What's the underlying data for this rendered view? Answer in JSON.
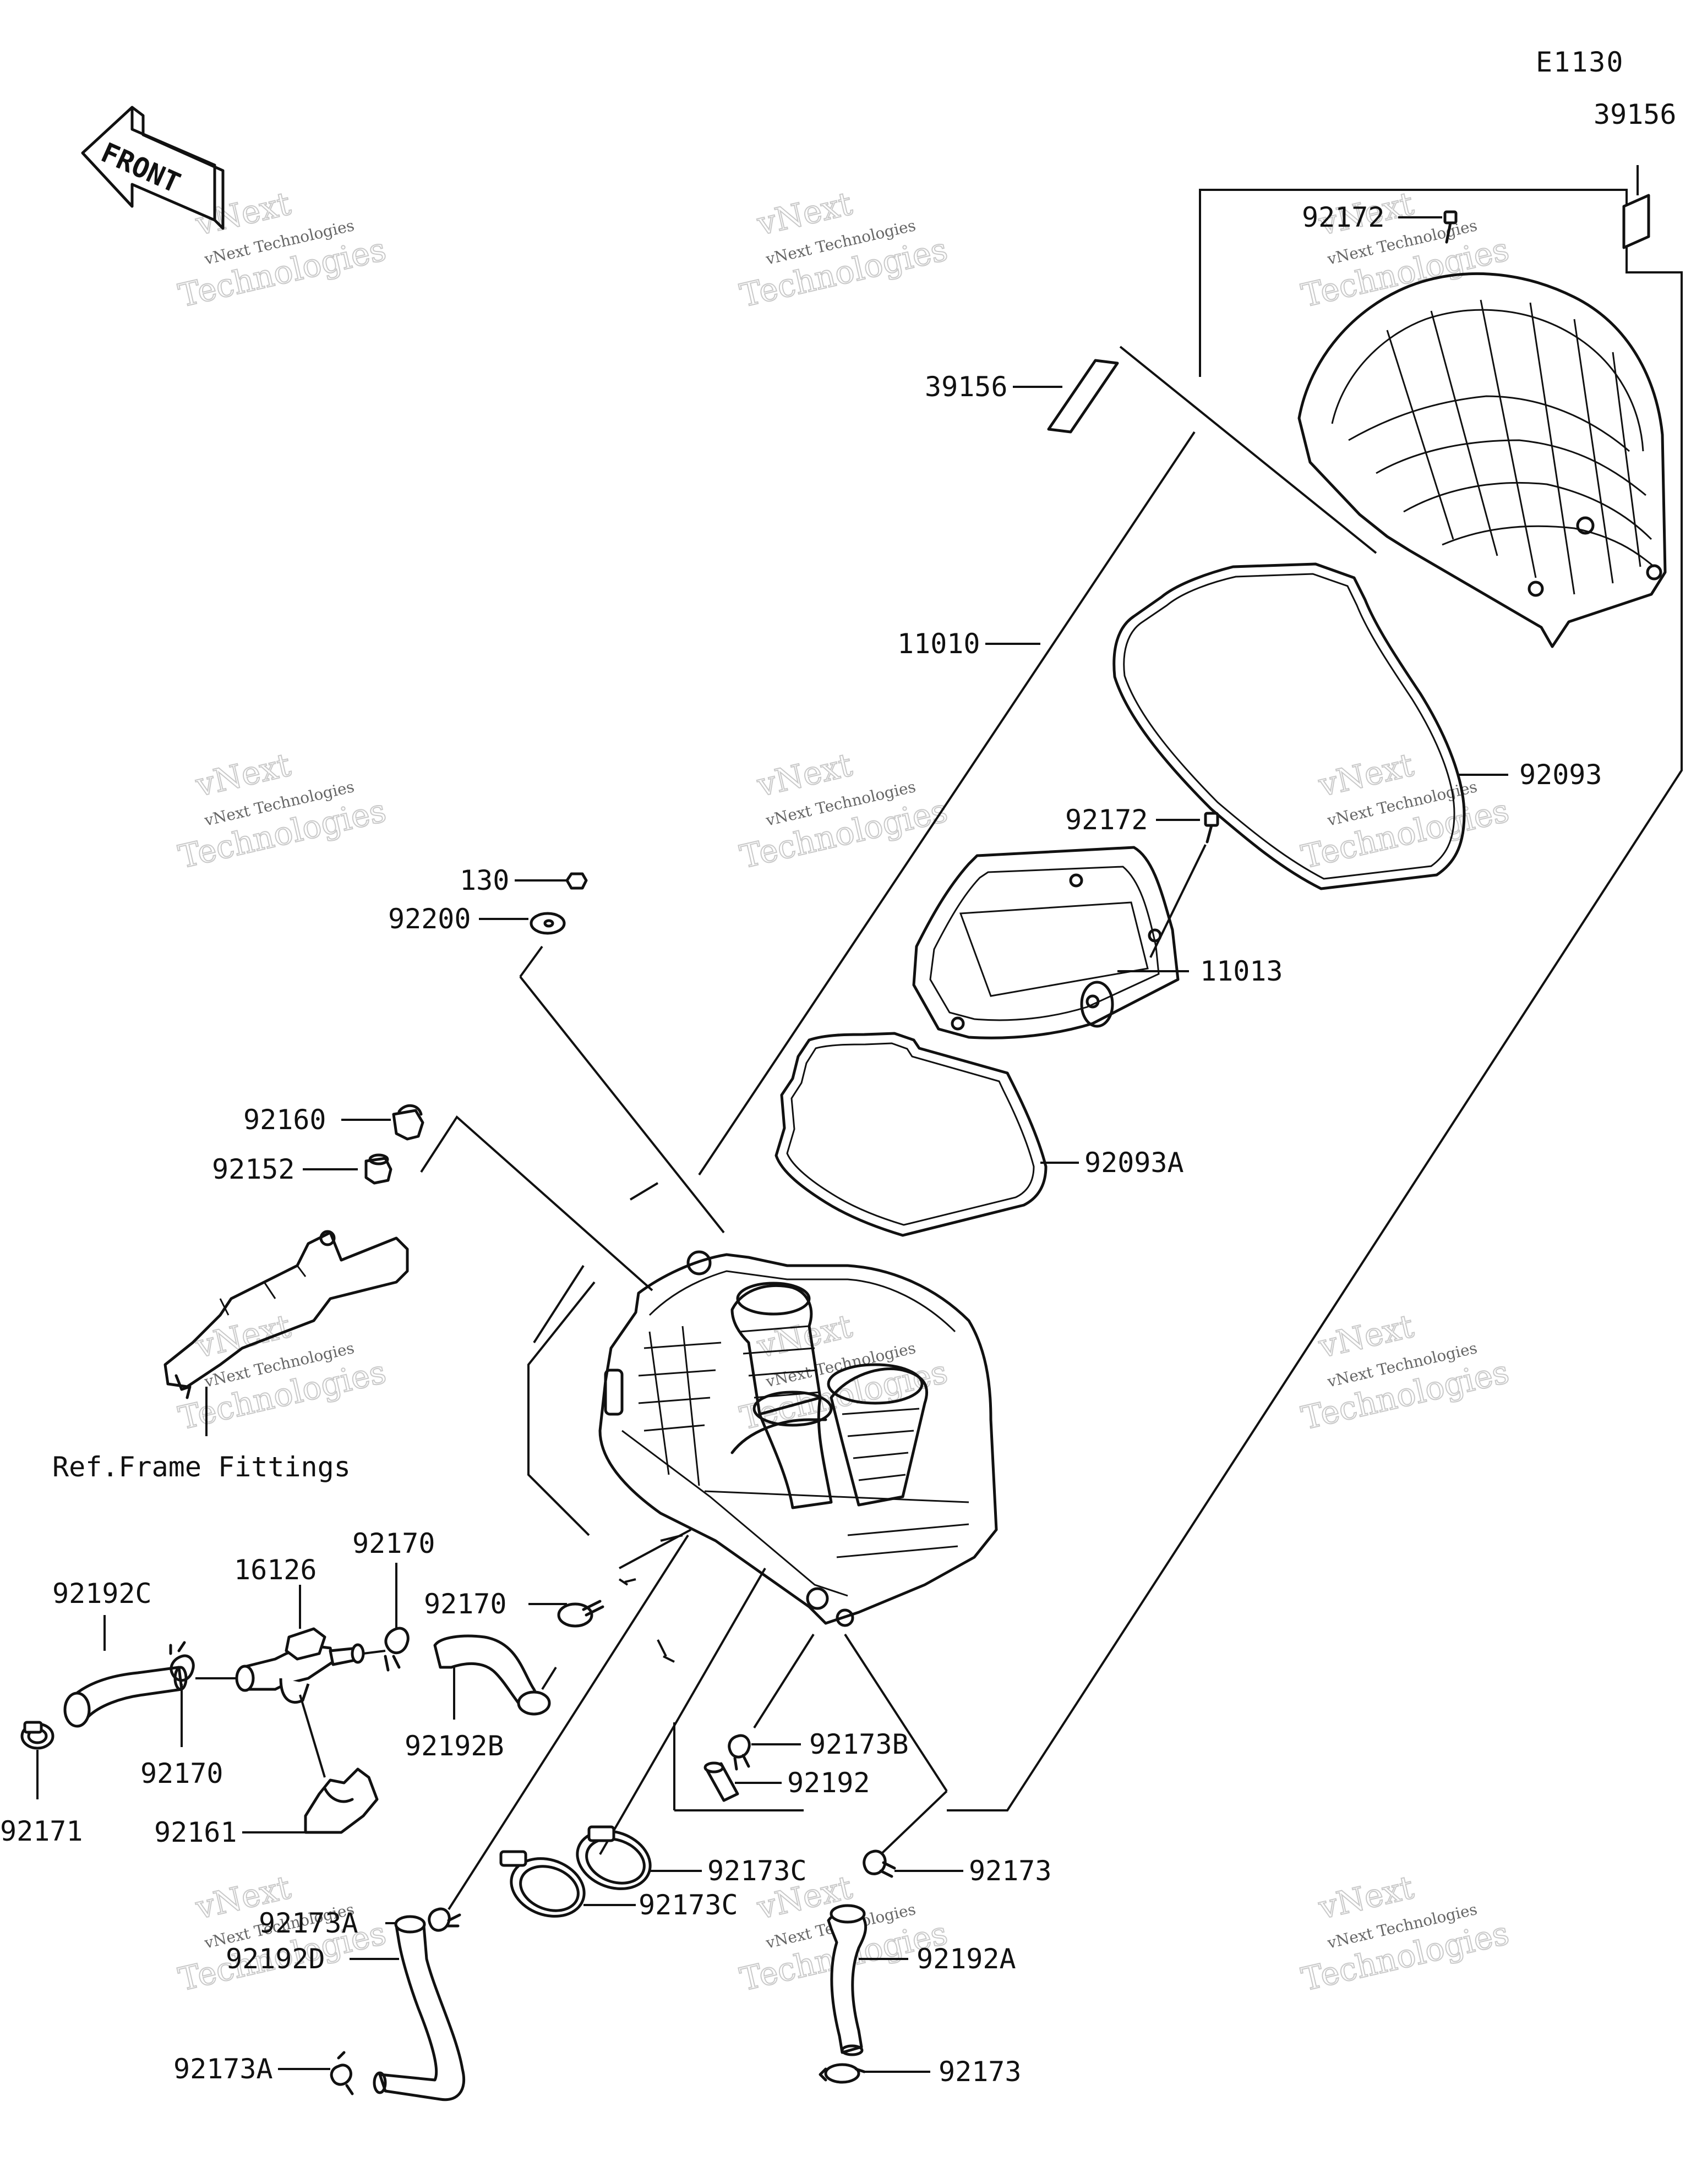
{
  "diagram_code": "E1130",
  "direction_label": "FRONT",
  "reference_note": "Ref.Frame Fittings",
  "watermark": {
    "line1": "vNext Technologies",
    "line2": "vNext",
    "line3": "Technologies"
  },
  "callouts": [
    "39156",
    "92172",
    "39156",
    "11010",
    "92093",
    "92172",
    "11013",
    "130",
    "92200",
    "92093A",
    "92160",
    "92152",
    "92170",
    "16126",
    "92192C",
    "92170",
    "92192B",
    "92171",
    "92170",
    "92161",
    "92173B",
    "92192",
    "92173C",
    "92173C",
    "92173A",
    "92173",
    "92192D",
    "92192A",
    "92173A",
    "92173"
  ]
}
